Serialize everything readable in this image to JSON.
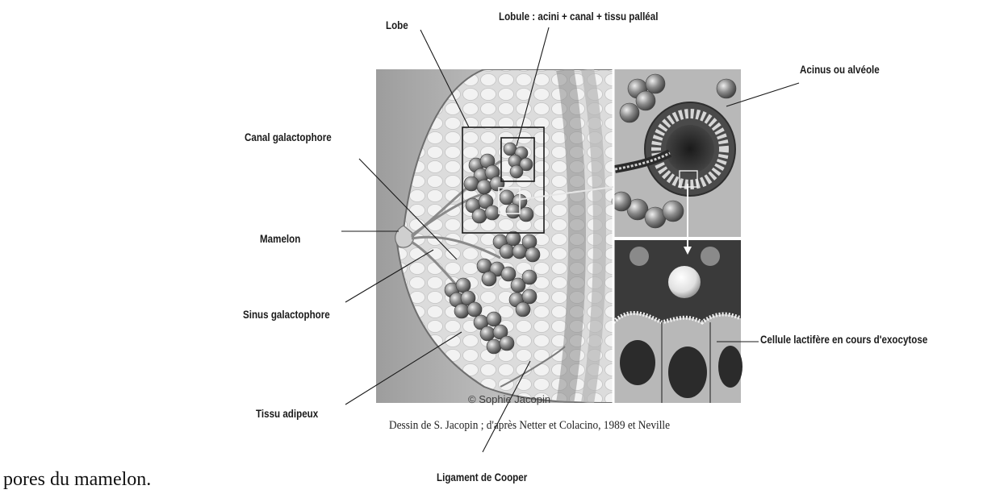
{
  "labels": {
    "lobe": "Lobe",
    "lobule": "Lobule : acini + canal + tissu palléal",
    "acinus": "Acinus ou alvéole",
    "canal": "Canal galactophore",
    "mamelon": "Mamelon",
    "sinus": "Sinus galactophore",
    "cellule": "Cellule lactifère en cours d'exocytose",
    "tissu": "Tissu adipeux",
    "ligament": "Ligament de Cooper"
  },
  "watermark": "© Sophie Jacopin",
  "caption": "Dessin de S. Jacopin ; d'après Netter et Colacino, 1989 et Neville",
  "body_text": "pores du mamelon."
}
